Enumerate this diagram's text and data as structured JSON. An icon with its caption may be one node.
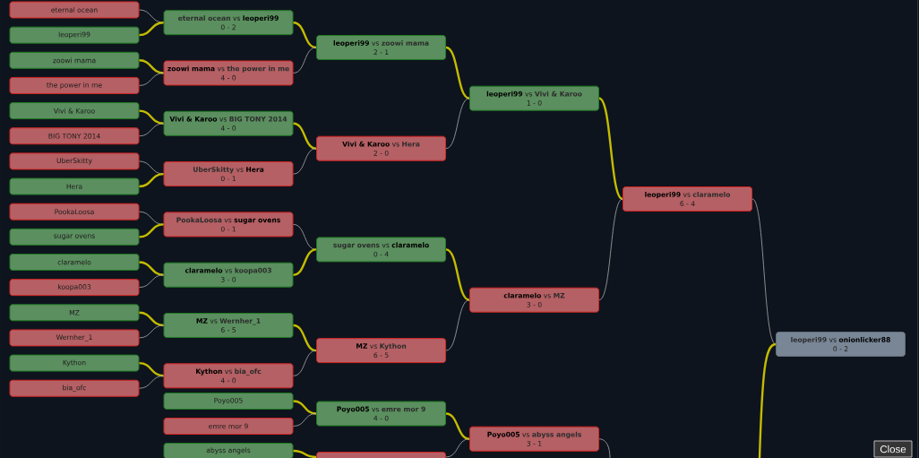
{
  "diagram": {
    "nodes": [
      {
        "text": [
          "eternal ocean"
        ]
      },
      {
        "text": [
          "leoperi99"
        ]
      },
      {
        "text": [
          "zoowi mama"
        ]
      },
      {
        "text": [
          "the power in me"
        ]
      },
      {
        "text": [
          "Vivi & Karoo"
        ]
      },
      {
        "text": [
          "BIG TONY 2014"
        ]
      },
      {
        "text": [
          "UberSkitty"
        ]
      },
      {
        "text": [
          "Hera"
        ]
      },
      {
        "text": [
          "PookaLoosa"
        ]
      },
      {
        "text": [
          "sugar ovens"
        ]
      },
      {
        "text": [
          "claramelo"
        ]
      },
      {
        "text": [
          "koopa003"
        ]
      },
      {
        "text": [
          "MZ"
        ]
      },
      {
        "text": [
          "Wernher_1"
        ]
      },
      {
        "text": [
          "Kython"
        ]
      },
      {
        "text": [
          "bia_ofc"
        ]
      },
      {
        "text": [
          "**eternal ocean** vs **leoperi99**",
          "0 - 2"
        ]
      },
      {
        "text": [
          "**zoowi mama** vs **the power in me**",
          "4 - 0"
        ]
      },
      {
        "text": [
          "**Vivi & Karoo** vs **BIG TONY 2014**",
          "4 - 0"
        ]
      },
      {
        "text": [
          "**UberSkitty** vs **Hera**",
          "0 - 1"
        ]
      },
      {
        "text": [
          "**PookaLoosa** vs **sugar ovens**",
          "0 - 1"
        ]
      },
      {
        "text": [
          "**claramelo** vs **koopa003**",
          "3 - 0"
        ]
      },
      {
        "text": [
          "**MZ** vs **Wernher_1**",
          "6 - 5"
        ]
      },
      {
        "text": [
          "**Kython** vs **bia_ofc**",
          "4 - 0"
        ]
      },
      {
        "text": [
          "Poyo005"
        ]
      },
      {
        "text": [
          "emre mor 9"
        ]
      },
      {
        "text": [
          "abyss angels"
        ]
      },
      {
        "text": [
          "**leoperi99** vs **zoowi mama**",
          "2 - 1"
        ]
      },
      {
        "text": [
          "**Vivi & Karoo** vs **Hera**",
          "2 - 0"
        ]
      },
      {
        "text": [
          "**sugar ovens** vs **claramelo**",
          "0 - 4"
        ]
      },
      {
        "text": [
          "**MZ** vs **Kython**",
          "6 - 5"
        ]
      },
      {
        "text": [
          "**Poyo005** vs **emre mor 9**",
          "4 - 0"
        ]
      },
      {
        "text": [],
        "shape": "box"
      },
      {
        "text": [
          "**leoperi99** vs **Vivi & Karoo**",
          "1 - 0"
        ]
      },
      {
        "text": [
          "**claramelo** vs **MZ**",
          "3 - 0"
        ]
      },
      {
        "text": [
          "**Poyo005** vs **abyss angels**",
          "3 - 1"
        ]
      },
      {
        "text": [
          "**leoperi99** vs **claramelo**",
          "6 - 4"
        ]
      },
      {
        "text": [
          "**leoperi99** vs **onionlicker88**",
          "0 - 2"
        ]
      }
    ],
    "edges": [
      {
        "from": 0,
        "to": 16,
        "arrow": "none"
      },
      {
        "from": 1,
        "to": 16,
        "arrow": "none",
        "style": "thick",
        "color": "#c4bc00"
      },
      {
        "from": 2,
        "to": 17,
        "arrow": "none",
        "style": "thick",
        "color": "#c4bc00"
      },
      {
        "from": 3,
        "to": 17,
        "arrow": "none"
      },
      {
        "from": 4,
        "to": 18,
        "arrow": "none",
        "style": "thick",
        "color": "#c4bc00"
      },
      {
        "from": 5,
        "to": 18,
        "arrow": "none"
      },
      {
        "from": 6,
        "to": 19,
        "arrow": "none"
      },
      {
        "from": 7,
        "to": 19,
        "arrow": "none",
        "style": "thick",
        "color": "#c4bc00"
      },
      {
        "from": 8,
        "to": 20,
        "arrow": "none"
      },
      {
        "from": 9,
        "to": 20,
        "arrow": "none",
        "style": "thick",
        "color": "#c4bc00"
      },
      {
        "from": 10,
        "to": 21,
        "arrow": "none",
        "style": "thick",
        "color": "#c4bc00"
      },
      {
        "from": 11,
        "to": 21,
        "arrow": "none"
      },
      {
        "from": 12,
        "to": 22,
        "arrow": "none",
        "style": "thick",
        "color": "#c4bc00"
      },
      {
        "from": 13,
        "to": 22,
        "arrow": "none"
      },
      {
        "from": 14,
        "to": 23,
        "arrow": "none",
        "style": "thick",
        "color": "#c4bc00"
      },
      {
        "from": 15,
        "to": 23,
        "arrow": "none"
      },
      {
        "from": 16,
        "to": 27,
        "arrow": "none",
        "style": "thick",
        "color": "#c4bc00"
      },
      {
        "from": 17,
        "to": 27,
        "arrow": "none"
      },
      {
        "from": 18,
        "to": 28,
        "arrow": "none",
        "style": "thick",
        "color": "#c4bc00"
      },
      {
        "from": 19,
        "to": 28,
        "arrow": "none"
      },
      {
        "from": 20,
        "to": 29,
        "arrow": "none"
      },
      {
        "from": 21,
        "to": 29,
        "arrow": "none",
        "style": "thick",
        "color": "#c4bc00"
      },
      {
        "from": 22,
        "to": 30,
        "arrow": "none",
        "style": "thick",
        "color": "#c4bc00"
      },
      {
        "from": 23,
        "to": 30,
        "arrow": "none"
      },
      {
        "from": 24,
        "to": 31,
        "arrow": "none",
        "style": "thick",
        "color": "#c4bc00"
      },
      {
        "from": 25,
        "to": 31,
        "arrow": "none"
      },
      {
        "from": 26,
        "to": 32,
        "arrow": "none",
        "style": "thick",
        "color": "#c4bc00"
      },
      {
        "from": 27,
        "to": 33,
        "arrow": "none",
        "style": "thick",
        "color": "#c4bc00"
      },
      {
        "from": 28,
        "to": 33,
        "arrow": "none"
      },
      {
        "from": 29,
        "to": 34,
        "arrow": "none",
        "style": "thick",
        "color": "#c4bc00"
      },
      {
        "from": 30,
        "to": 34,
        "arrow": "none"
      },
      {
        "from": 31,
        "to": 35,
        "arrow": "none",
        "style": "thick",
        "color": "#c4bc00"
      },
      {
        "from": 32,
        "to": 35,
        "arrow": "none"
      },
      {
        "from": 33,
        "to": 36,
        "arrow": "none",
        "style": "thick",
        "color": "#c4bc00"
      },
      {
        "from": 34,
        "to": 36,
        "arrow": "none"
      },
      {
        "from": 35,
        "to": null,
        "arrow": "none"
      },
      {
        "from": 36,
        "to": 37,
        "arrow": "none"
      },
      {
        "from": null,
        "to": 37,
        "arrow": "none",
        "style": "thick",
        "color": "#c4bc00"
      }
    ],
    "labels": [
      "Close"
    ]
  }
}
